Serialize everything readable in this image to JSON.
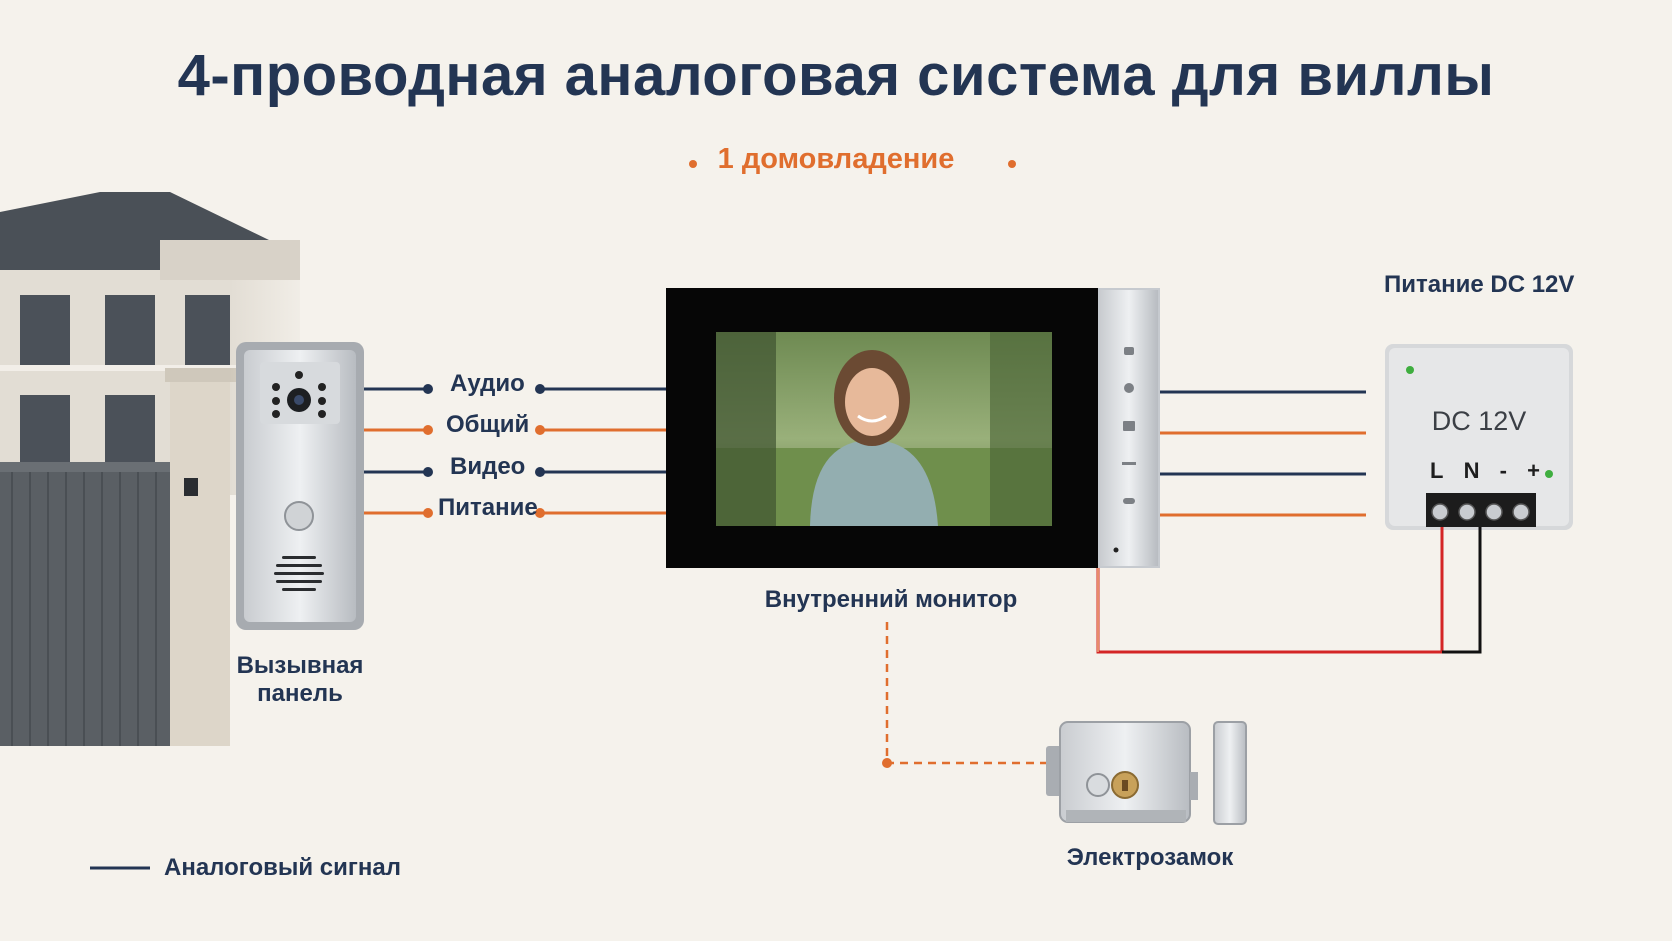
{
  "title": "4-проводная аналоговая система для виллы",
  "subtitle": "1 домовладение",
  "labels": {
    "call_panel": "Вызывная панель",
    "call_panel_line1": "Вызывная",
    "call_panel_line2": "панель",
    "monitor": "Внутренний монитор",
    "power_supply": "Питание DC 12V",
    "lock": "Электрозамок",
    "legend": "Аналоговый сигнал"
  },
  "wires": [
    {
      "label": "Аудио",
      "color": "#233553"
    },
    {
      "label": "Общий",
      "color": "#e06e2e"
    },
    {
      "label": "Видео",
      "color": "#233553"
    },
    {
      "label": "Питание",
      "color": "#e06e2e"
    }
  ],
  "psu": {
    "text": "DC 12V",
    "terminals": [
      "L",
      "N",
      "-",
      "+"
    ]
  },
  "colors": {
    "navy": "#233553",
    "orange": "#e06e2e",
    "red": "#d42626",
    "black": "#111111",
    "background": "#f5f2ec"
  }
}
